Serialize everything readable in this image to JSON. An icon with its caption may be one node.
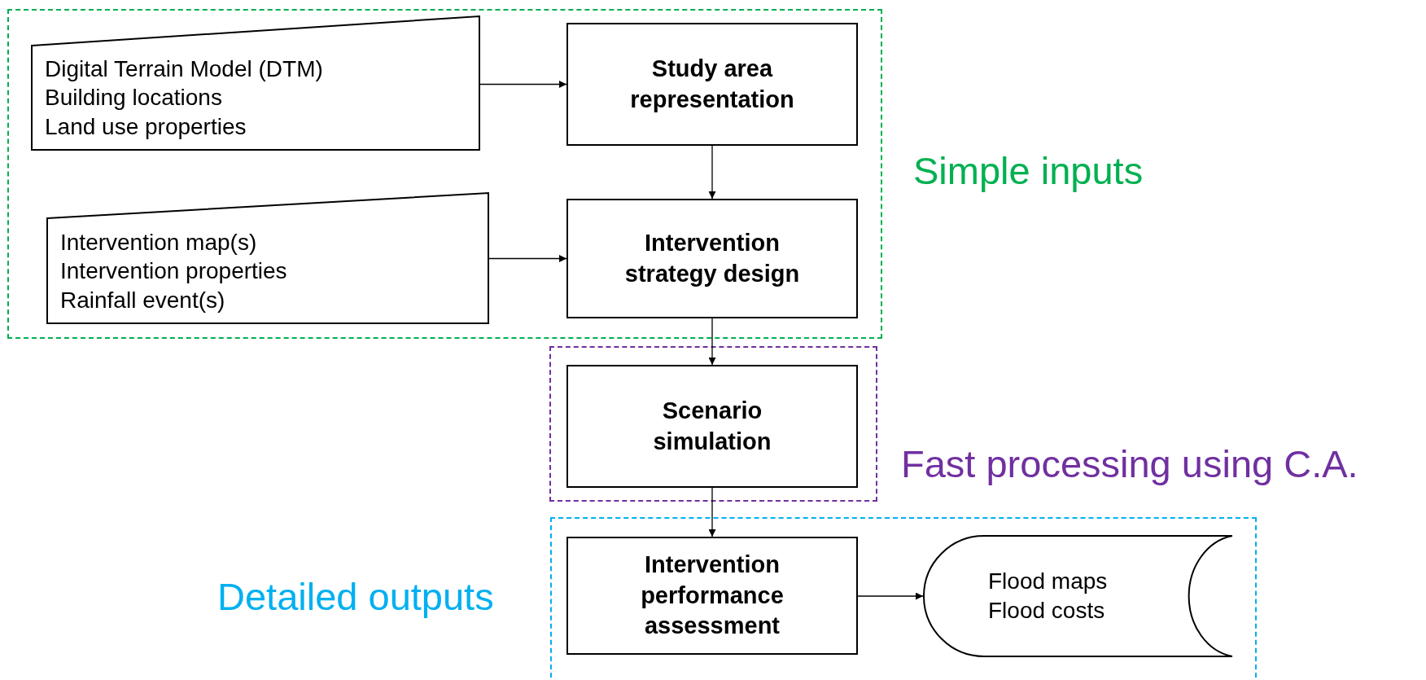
{
  "diagram": {
    "nodes": [
      {
        "text": [
          "Simple inputs"
        ]
      },
      {
        "text": [
          "Digital Terrain Model (DTM)",
          "Building locations",
          "Land use properties"
        ],
        "in": 0
      },
      {
        "text": [
          "Study area representation"
        ],
        "in": 0
      },
      {
        "text": [
          "Intervention map(s)",
          "Intervention properties",
          "Rainfall event(s)"
        ],
        "in": 0
      },
      {
        "text": [
          "Intervention strategy design"
        ],
        "in": 0
      },
      {
        "text": [
          "Fast processing using C.A."
        ]
      },
      {
        "text": [
          "Scenario simulation"
        ],
        "in": 5
      },
      {
        "text": [
          "Detailed outputs"
        ]
      },
      {
        "text": [
          "Intervention performance assessment"
        ],
        "in": 7
      },
      {
        "text": [
          "Flood maps",
          "Flood costs"
        ],
        "in": 7
      }
    ],
    "edges": [
      {
        "from": 1,
        "to": 2,
        "arrow": "to"
      },
      {
        "from": 2,
        "to": 4,
        "arrow": "to"
      },
      {
        "from": 3,
        "to": 4,
        "arrow": "to"
      },
      {
        "from": 4,
        "to": 6,
        "arrow": "to"
      },
      {
        "from": 6,
        "to": 8,
        "arrow": "to"
      },
      {
        "from": 8,
        "to": 9,
        "arrow": "to"
      }
    ]
  }
}
